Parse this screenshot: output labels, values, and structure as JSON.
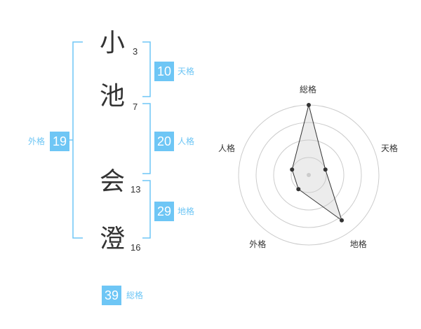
{
  "name_chars": [
    {
      "char": "小",
      "strokes": "3"
    },
    {
      "char": "池",
      "strokes": "7"
    },
    {
      "char": "会",
      "strokes": "13"
    },
    {
      "char": "澄",
      "strokes": "16"
    }
  ],
  "kaku": {
    "tenkaku": {
      "value": "10",
      "label": "天格"
    },
    "jinkaku": {
      "value": "20",
      "label": "人格"
    },
    "chikaku": {
      "value": "29",
      "label": "地格"
    },
    "gaikaku": {
      "value": "19",
      "label": "外格"
    },
    "soukaku": {
      "value": "39",
      "label": "総格"
    }
  },
  "colors": {
    "accent": "#6ec6f5",
    "text": "#333333",
    "grid": "#cccccc"
  },
  "chart_data": {
    "type": "radar",
    "axes": [
      "総格",
      "天格",
      "地格",
      "外格",
      "人格"
    ],
    "values": [
      4,
      1,
      3.2,
      1,
      1
    ],
    "max": 4,
    "rings": 4
  }
}
